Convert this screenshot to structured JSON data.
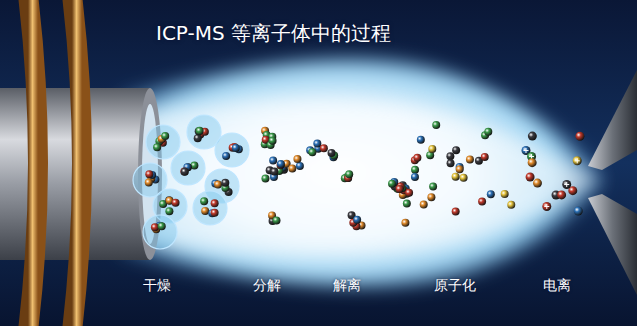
{
  "diagram": {
    "title": "ICP-MS 等离子体中的过程",
    "labels": [
      "干燥",
      "分解",
      "解离",
      "原子化",
      "电离"
    ]
  }
}
